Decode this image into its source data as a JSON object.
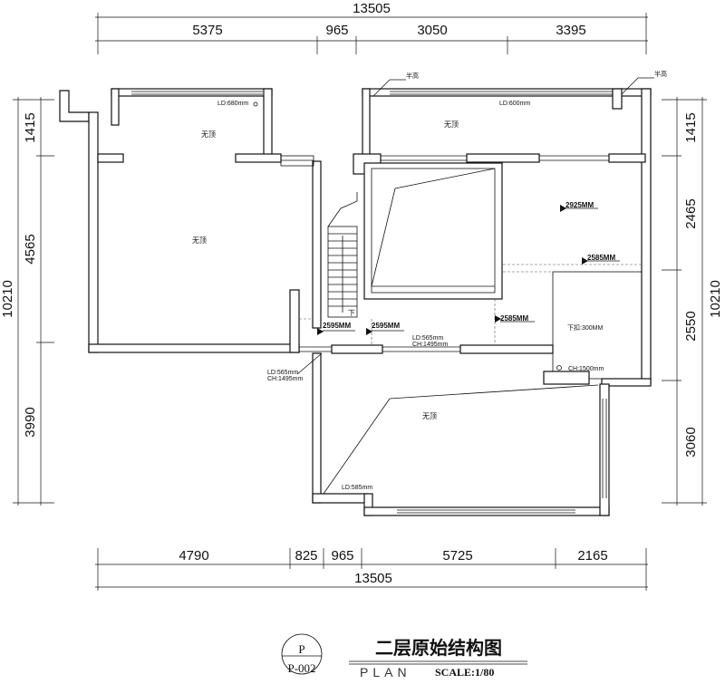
{
  "dimensions": {
    "top_total": "13505",
    "top_segments": [
      "5375",
      "965",
      "3050",
      "3395"
    ],
    "bottom_segments": [
      "4790",
      "825",
      "965",
      "5725",
      "2165"
    ],
    "bottom_total": "13505",
    "left_segments": [
      "1415",
      "4565",
      "3990"
    ],
    "left_total": "10210",
    "right_segments": [
      "1415",
      "2465",
      "2550",
      "3060"
    ],
    "right_total": "10210"
  },
  "rooms": {
    "upper_left_label": "无顶",
    "left_main_label": "无顶",
    "top_right_label": "无顶",
    "bottom_label": "无顶",
    "half_height_left": "半高",
    "half_height_right": "半高",
    "stair_down": "下"
  },
  "annotations": {
    "ld_680": "LD:680mm",
    "ld_600": "LD:600mm",
    "elev_2925": "2925MM",
    "elev_2585_right": "2585MM",
    "elev_2595_a": "2595MM",
    "elev_2595_b": "2595MM",
    "elev_2585_mid": "2585MM",
    "ld_565_a": "LD:565mm",
    "ch_1495_a": "CH:1495mm",
    "ld_565_b": "LD:565mm",
    "ch_1495_b": "CH:1495mm",
    "lower_beam": "下扣:300MM",
    "ch_1500": "CH:1500mm",
    "ld_585": "LD:585mm"
  },
  "title_block": {
    "title": "二层原始结构图",
    "symbol_letter": "P",
    "symbol_code": "P-002",
    "plan_word": "PLAN",
    "scale": "SCALE:1/80"
  }
}
